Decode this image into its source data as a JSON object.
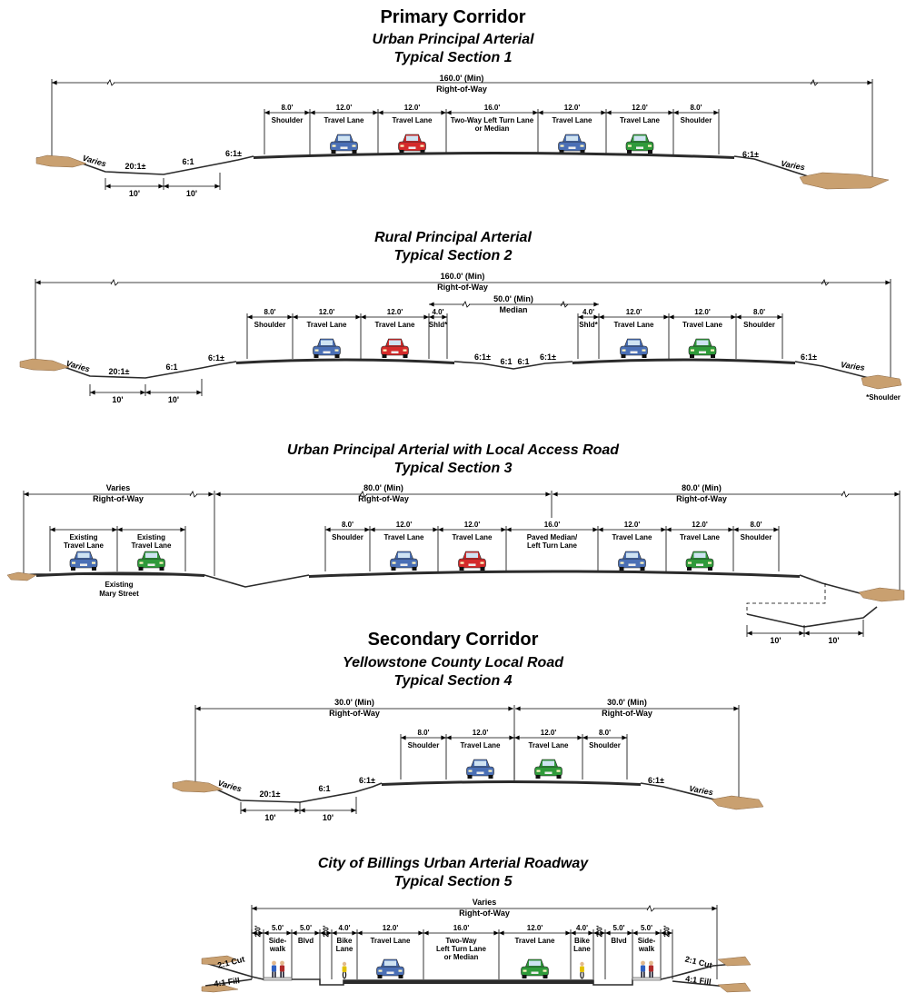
{
  "titles": {
    "primary": "Primary Corridor",
    "secondary": "Secondary Corridor"
  },
  "sections": [
    {
      "heading": "Urban Principal Arterial",
      "subheading": "Typical Section 1",
      "row_label": "160.0' (Min)",
      "row_caption": "Right-of-Way",
      "lanes": [
        {
          "width": "8.0'",
          "label": "Shoulder"
        },
        {
          "width": "12.0'",
          "label": "Travel Lane",
          "car": "blue"
        },
        {
          "width": "12.0'",
          "label": "Travel Lane",
          "car": "red"
        },
        {
          "width": "16.0'",
          "label": "Two-Way Left Turn Lane",
          "label2": "or Median"
        },
        {
          "width": "12.0'",
          "label": "Travel Lane",
          "car": "blue"
        },
        {
          "width": "12.0'",
          "label": "Travel Lane",
          "car": "green"
        },
        {
          "width": "8.0'",
          "label": "Shoulder"
        }
      ],
      "slopes": {
        "left_varies": "Varies",
        "ditch": "20:1±",
        "back": "6:1",
        "front": "6:1±",
        "right_front": "6:1±",
        "right_varies": "Varies"
      },
      "ditch_dims": [
        "10'",
        "10'"
      ]
    },
    {
      "heading": "Rural Principal Arterial",
      "subheading": "Typical Section 2",
      "row_label": "160.0' (Min)",
      "row_caption": "Right-of-Way",
      "median_label": "50.0' (Min)",
      "median_caption": "Median",
      "lanes_left": [
        {
          "width": "8.0'",
          "label": "Shoulder"
        },
        {
          "width": "12.0'",
          "label": "Travel Lane",
          "car": "blue"
        },
        {
          "width": "12.0'",
          "label": "Travel Lane",
          "car": "red"
        },
        {
          "width": "4.0'",
          "label": "Shld*"
        }
      ],
      "lanes_right": [
        {
          "width": "4.0'",
          "label": "Shld*"
        },
        {
          "width": "12.0'",
          "label": "Travel Lane",
          "car": "blue"
        },
        {
          "width": "12.0'",
          "label": "Travel Lane",
          "car": "green"
        },
        {
          "width": "8.0'",
          "label": "Shoulder"
        }
      ],
      "slopes": {
        "left_varies": "Varies",
        "ditch": "20:1±",
        "back": "6:1",
        "front": "6:1±",
        "med_left": "6:1±",
        "med_mid1": "6:1",
        "med_mid2": "6:1",
        "med_right": "6:1±",
        "right_front": "6:1±",
        "right_varies": "Varies"
      },
      "ditch_dims": [
        "10'",
        "10'"
      ],
      "footnote": "*Shoulder"
    },
    {
      "heading": "Urban Principal Arterial with Local Access Road",
      "subheading": "Typical Section 3",
      "row_groups": [
        {
          "label": "Varies",
          "caption": "Right-of-Way"
        },
        {
          "label": "80.0' (Min)",
          "caption": "Right-of-Way"
        },
        {
          "label": "80.0' (Min)",
          "caption": "Right-of-Way"
        }
      ],
      "existing_lanes": [
        {
          "label": "Existing",
          "label2": "Travel Lane",
          "car": "blue"
        },
        {
          "label": "Existing",
          "label2": "Travel Lane",
          "car": "green"
        }
      ],
      "existing_street": {
        "line1": "Existing",
        "line2": "Mary Street"
      },
      "lanes": [
        {
          "width": "8.0'",
          "label": "Shoulder"
        },
        {
          "width": "12.0'",
          "label": "Travel Lane",
          "car": "blue"
        },
        {
          "width": "12.0'",
          "label": "Travel Lane",
          "car": "red"
        },
        {
          "width": "16.0'",
          "label": "Paved Median/",
          "label2": "Left Turn Lane"
        },
        {
          "width": "12.0'",
          "label": "Travel Lane",
          "car": "blue"
        },
        {
          "width": "12.0'",
          "label": "Travel Lane",
          "car": "green"
        },
        {
          "width": "8.0'",
          "label": "Shoulder"
        }
      ],
      "ditch_dims": [
        "10'",
        "10'"
      ]
    },
    {
      "heading": "Yellowstone County Local Road",
      "subheading": "Typical Section 4",
      "row_groups": [
        {
          "label": "30.0' (Min)",
          "caption": "Right-of-Way"
        },
        {
          "label": "30.0' (Min)",
          "caption": "Right-of-Way"
        }
      ],
      "lanes": [
        {
          "width": "8.0'",
          "label": "Shoulder"
        },
        {
          "width": "12.0'",
          "label": "Travel Lane",
          "car": "blue"
        },
        {
          "width": "12.0'",
          "label": "Travel Lane",
          "car": "green"
        },
        {
          "width": "8.0'",
          "label": "Shoulder"
        }
      ],
      "slopes": {
        "left_varies": "Varies",
        "ditch": "20:1±",
        "back": "6:1",
        "front": "6:1±",
        "right_front": "6:1±",
        "right_varies": "Varies"
      },
      "ditch_dims": [
        "10'",
        "10'"
      ]
    },
    {
      "heading": "City of Billings Urban Arterial Roadway",
      "subheading": "Typical Section 5",
      "row_label": "Varies",
      "row_caption": "Right-of-Way",
      "lanes": [
        {
          "width": "2.0'",
          "label": "",
          "vertical": true
        },
        {
          "width": "5.0'",
          "label": "Side-",
          "label2": "walk",
          "ped": true
        },
        {
          "width": "5.0'",
          "label": "Blvd"
        },
        {
          "width": "2.0'",
          "label": "",
          "vertical": true
        },
        {
          "width": "4.0'",
          "label": "Bike",
          "label2": "Lane",
          "bike": true
        },
        {
          "width": "12.0'",
          "label": "Travel Lane",
          "car": "blue"
        },
        {
          "width": "16.0'",
          "label": "Two-Way",
          "label2": "Left Turn Lane",
          "label3": "or Median"
        },
        {
          "width": "12.0'",
          "label": "Travel Lane",
          "car": "green"
        },
        {
          "width": "4.0'",
          "label": "Bike",
          "label2": "Lane",
          "bike": true
        },
        {
          "width": "2.0'",
          "label": "",
          "vertical": true
        },
        {
          "width": "5.0'",
          "label": "Blvd"
        },
        {
          "width": "5.0'",
          "label": "Side-",
          "label2": "walk",
          "ped": true
        },
        {
          "width": "2.0'",
          "label": "",
          "vertical": true
        }
      ],
      "slopes": {
        "cut": "2:1 Cut",
        "fill": "4:1 Fill"
      }
    }
  ],
  "colors": {
    "car_blue": "#4a6fb5",
    "car_red": "#d42a2a",
    "car_green": "#2f9a3a",
    "ground": "#c9a070",
    "road": "#2b2b2b"
  }
}
